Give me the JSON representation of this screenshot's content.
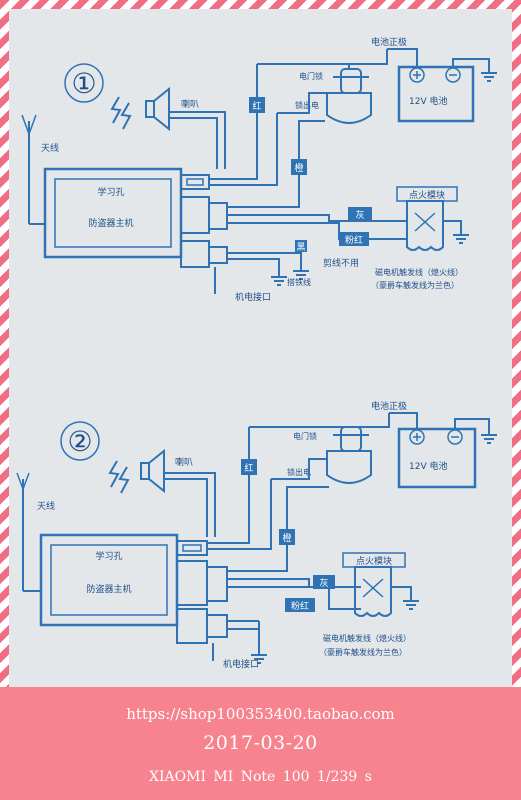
{
  "diagram1": {
    "number": "①",
    "antenna": "天线",
    "speaker": "喇叭",
    "learn_hole": "学习孔",
    "host": "防盗器主机",
    "door_lock": "电门锁",
    "lock_out": "锁出电",
    "battery_pos": "电池正极",
    "battery": "12V 电池",
    "red": "红",
    "orange": "橙",
    "gray": "灰",
    "pink_red": "粉红",
    "black": "黑",
    "ignition": "点火模块",
    "cut": "剪线不用",
    "ground": "搭铁线",
    "motor_port": "机电接口",
    "trigger1": "磁电机触发线（熄火线）",
    "trigger2": "（豪爵车触发线为兰色）"
  },
  "diagram2": {
    "number": "②",
    "antenna": "天线",
    "speaker": "喇叭",
    "learn_hole": "学习孔",
    "host": "防盗器主机",
    "door_lock": "电门锁",
    "lock_out": "锁出电",
    "battery_pos": "电池正极",
    "battery": "12V 电池",
    "red": "红",
    "orange": "橙",
    "gray": "灰",
    "pink_red": "粉红",
    "ignition": "点火模块",
    "motor_port": "机电接口",
    "trigger1": "磁电机触发线（熄火线）",
    "trigger2": "（豪爵车触发线为兰色）"
  },
  "footer": {
    "url": "https://shop100353400.taobao.com",
    "date": "2017-03-20",
    "device": "XIAOMI   MI Note   100   1/239 s"
  },
  "colors": {
    "line": "#2f73b5",
    "paper": "#e4e7e9",
    "footer": "#f7838f",
    "stripe": "#f06e84"
  }
}
